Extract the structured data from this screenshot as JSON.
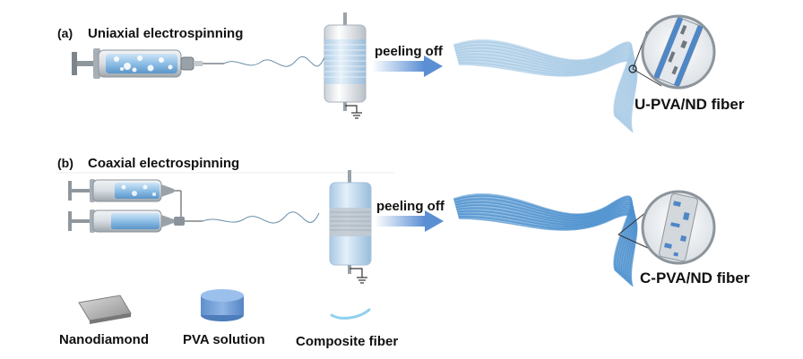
{
  "panel_a": {
    "tag": "(a)",
    "title": "Uniaxial electrospinning",
    "action": "peeling off",
    "product": "U-PVA/ND fiber"
  },
  "panel_b": {
    "tag": "(b)",
    "title": "Coaxial electrospinning",
    "action": "peeling off",
    "product": "C-PVA/ND fiber"
  },
  "legend": {
    "nanodiamond": "Nanodiamond",
    "pva_solution": "PVA solution",
    "composite_fiber": "Composite fiber"
  },
  "colors": {
    "fiber_light": "#a9cbe6",
    "fiber_dark": "#4f92cf",
    "arrow": "#5b8fd4",
    "pva": "#6b9bd8",
    "nanodiamond": "#b5b5b5"
  }
}
